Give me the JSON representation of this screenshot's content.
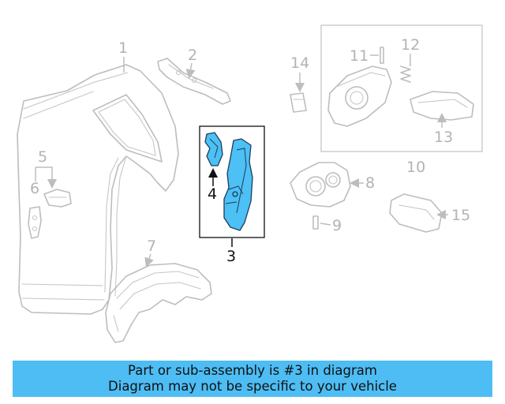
{
  "diagram": {
    "callouts": [
      "1",
      "2",
      "3",
      "4",
      "5",
      "6",
      "7",
      "8",
      "9",
      "10",
      "11",
      "12",
      "13",
      "14",
      "15"
    ],
    "highlighted_part": "3",
    "colors": {
      "highlight": "#4dc0f5",
      "outline": "#bdbdbd",
      "active_label": "#111111"
    }
  },
  "banner": {
    "line1": "Part or sub-assembly is #3 in diagram",
    "line2": "Diagram may not be specific to your vehicle",
    "color": "#4dbdf4"
  }
}
